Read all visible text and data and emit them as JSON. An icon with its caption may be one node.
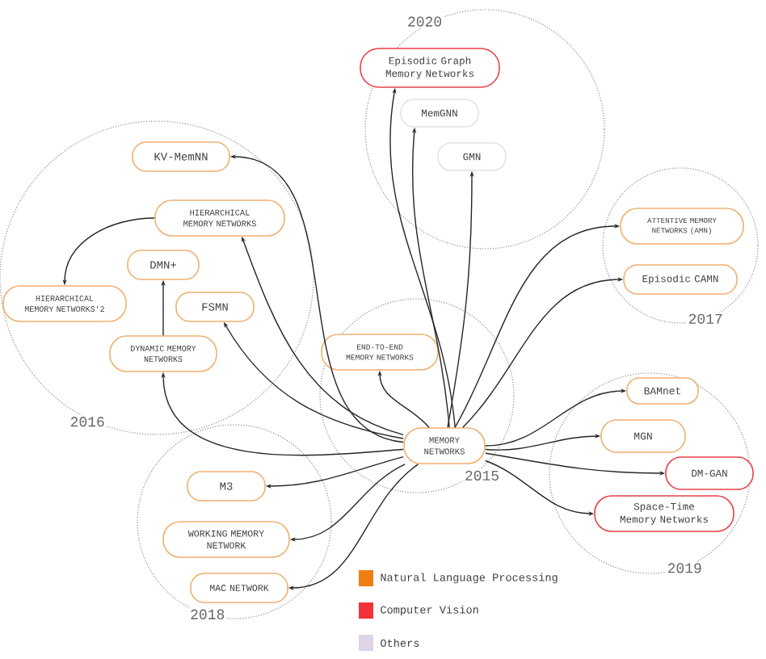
{
  "diagram": {
    "nodes": [
      {
        "text": [
          "2020"
        ]
      },
      {
        "text": [
          "Episodic Graph Memory Networks"
        ],
        "in": 0
      },
      {
        "text": [
          "MemGNN"
        ],
        "in": 0
      },
      {
        "text": [
          "GMN"
        ],
        "in": 0
      },
      {
        "text": [
          "2016"
        ]
      },
      {
        "text": [
          "KV-MemNN"
        ],
        "in": 4
      },
      {
        "text": [
          "HIERARCHICAL MEMORY NETWORKS"
        ],
        "in": 4
      },
      {
        "text": [
          "DMN+"
        ],
        "in": 4
      },
      {
        "text": [
          "HIERARCHICAL MEMORY NETWORKS'2"
        ],
        "in": 4
      },
      {
        "text": [
          "FSMN"
        ],
        "in": 4
      },
      {
        "text": [
          "DYNAMIC MEMORY NETWORKS"
        ],
        "in": 4
      },
      {
        "text": [
          "2017"
        ]
      },
      {
        "text": [
          "ATTENTIVE MEMORY NETWORKS (AMN)"
        ],
        "in": 11
      },
      {
        "text": [
          "Episodic CAMN"
        ],
        "in": 11
      },
      {
        "text": [
          "2015"
        ]
      },
      {
        "text": [
          "END-TO-END MEMORY NETWORKS"
        ],
        "in": 14
      },
      {
        "text": [
          "MEMORY NETWORKS"
        ],
        "in": 14
      },
      {
        "text": [
          "2019"
        ]
      },
      {
        "text": [
          "BAMnet"
        ],
        "in": 17
      },
      {
        "text": [
          "MGN"
        ],
        "in": 17
      },
      {
        "text": [
          "DM-GAN"
        ],
        "in": 17
      },
      {
        "text": [
          "Space-Time Memory Networks"
        ],
        "in": 17
      },
      {
        "text": [
          "2018"
        ]
      },
      {
        "text": [
          "M3"
        ],
        "in": 22
      },
      {
        "text": [
          "WORKING MEMORY NETWORK"
        ],
        "in": 22
      },
      {
        "text": [
          "MAC NETWORK"
        ],
        "in": 22
      }
    ],
    "edges": [
      {
        "from": 16,
        "to": 1,
        "arrow": "to"
      },
      {
        "from": 16,
        "to": 2,
        "arrow": "to"
      },
      {
        "from": 16,
        "to": 3,
        "arrow": "to"
      },
      {
        "from": 16,
        "to": 5,
        "arrow": "to"
      },
      {
        "from": 16,
        "to": 6,
        "arrow": "to"
      },
      {
        "from": 6,
        "to": 8,
        "arrow": "to"
      },
      {
        "from": 10,
        "to": 7,
        "arrow": "to"
      },
      {
        "from": 16,
        "to": 9,
        "arrow": "to"
      },
      {
        "from": 16,
        "to": 10,
        "arrow": "to"
      },
      {
        "from": 16,
        "to": 15,
        "arrow": "to"
      },
      {
        "from": 16,
        "to": 12,
        "arrow": "to"
      },
      {
        "from": 16,
        "to": 13,
        "arrow": "to"
      },
      {
        "from": 16,
        "to": 18,
        "arrow": "to"
      },
      {
        "from": 16,
        "to": 19,
        "arrow": "to"
      },
      {
        "from": 16,
        "to": 20,
        "arrow": "to"
      },
      {
        "from": 16,
        "to": 21,
        "arrow": "to"
      },
      {
        "from": 16,
        "to": 23,
        "arrow": "to"
      },
      {
        "from": 16,
        "to": 24,
        "arrow": "to"
      },
      {
        "from": 16,
        "to": 25,
        "arrow": "to"
      }
    ],
    "legend": [
      {
        "text": "Natural Language Processing",
        "color": "#ef7d12"
      },
      {
        "text": "Computer Vision",
        "color": "#f2333a"
      },
      {
        "text": "Others",
        "color": "#ddd4e8"
      }
    ]
  }
}
